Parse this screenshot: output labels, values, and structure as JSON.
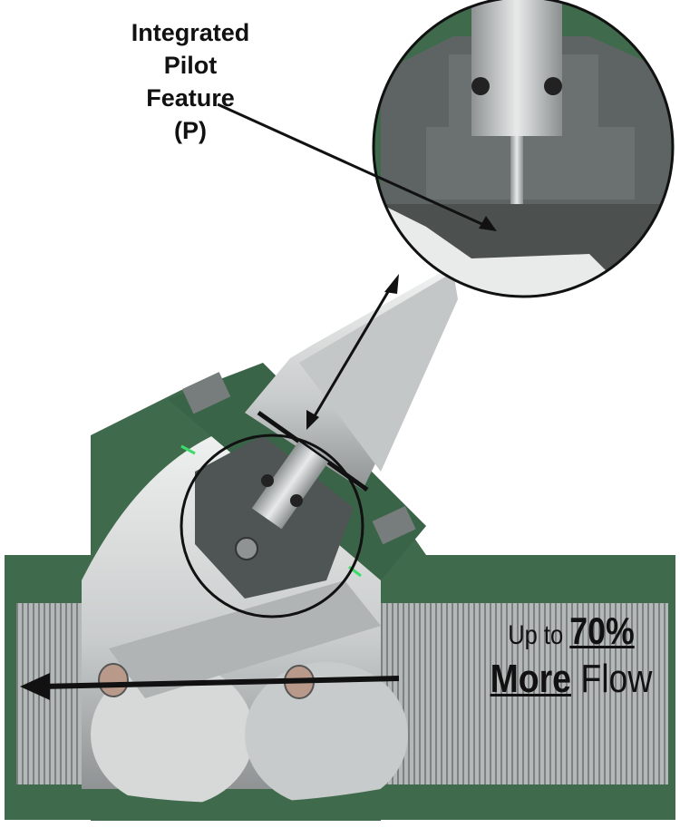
{
  "callout": {
    "lines": [
      "Integrated",
      "Pilot",
      "Feature",
      "(P)"
    ]
  },
  "claim": {
    "prefix": "Up to",
    "percent": "70%",
    "more": "More",
    "flow": "Flow"
  },
  "colors": {
    "body_green": "#3f6b4c",
    "metal_grey": "#b9bcbd",
    "dark_grey": "#555b5a"
  }
}
